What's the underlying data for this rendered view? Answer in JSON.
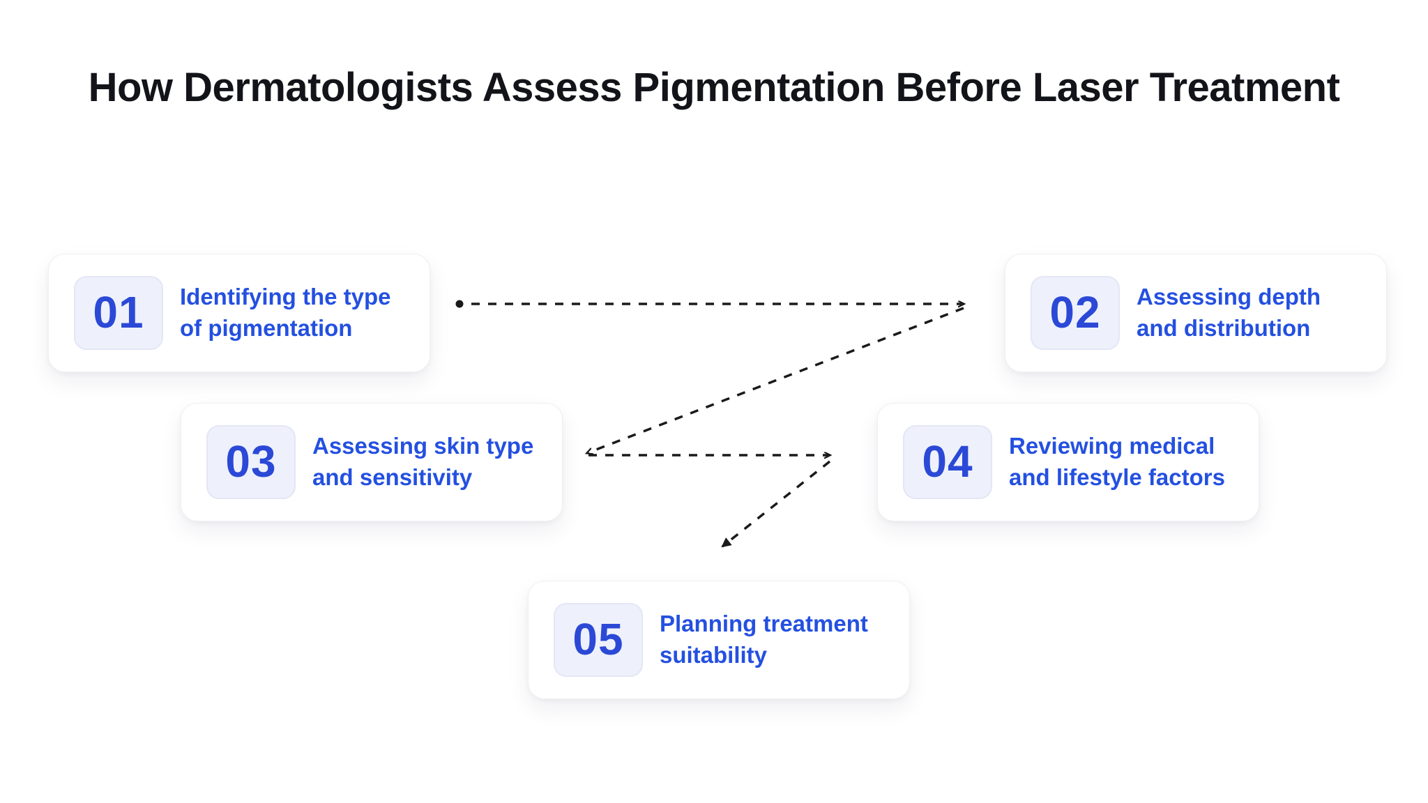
{
  "page": {
    "title": "How Dermatologists Assess Pigmentation Before Laser Treatment"
  },
  "colors": {
    "page_background": "#ffffff",
    "card_background": "#ffffff",
    "card_border": "#f0f0f3",
    "badge_background": "#eef1fb",
    "badge_border": "#e3e6f5",
    "number_blue": "#2b49d6",
    "label_blue": "#2450e0",
    "title_text": "#131419",
    "connector": "#1a1a1a"
  },
  "steps": [
    {
      "number": "01",
      "label": "Identifying the type of pigmentation",
      "label_lines": [
        "Identifying the type",
        "of pigmentation"
      ]
    },
    {
      "number": "02",
      "label": "Assessing depth and distribution",
      "label_lines": [
        "Assessing depth",
        "and distribution"
      ]
    },
    {
      "number": "03",
      "label": "Assessing skin type and sensitivity",
      "label_lines": [
        "Assessing skin type",
        "and sensitivity"
      ]
    },
    {
      "number": "04",
      "label": "Reviewing medical and lifestyle factors",
      "label_lines": [
        "Reviewing medical",
        "and lifestyle factors"
      ]
    },
    {
      "number": "05",
      "label": "Planning treatment suitability",
      "label_lines": [
        "Planning treatment",
        "suitability"
      ]
    }
  ]
}
